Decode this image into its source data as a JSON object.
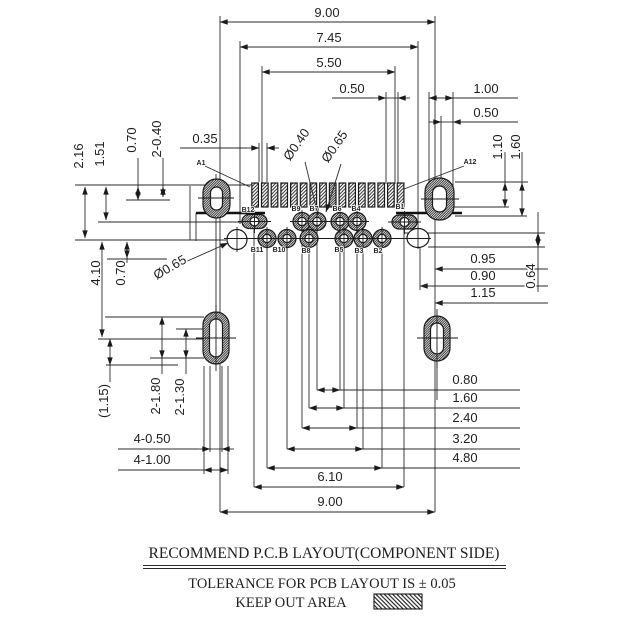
{
  "footer": {
    "title": "RECOMMEND P.C.B LAYOUT(COMPONENT SIDE)",
    "tolerance": "TOLERANCE FOR PCB LAYOUT IS ± 0.05",
    "keepout": "KEEP OUT AREA"
  },
  "dims": {
    "top_900": "9.00",
    "top_745": "7.45",
    "top_550": "5.50",
    "top_050_left": "0.50",
    "top_100": "1.00",
    "top_050_right": "0.50",
    "top_035": "0.35",
    "dia_040": "Ø0.40",
    "dia_065_top": "Ø0.65",
    "dia_065_left": "Ø0.65",
    "left_216": "2.16",
    "left_151": "1.51",
    "left_070_upper": "0.70",
    "left_2x040": "2-0.40",
    "left_410": "4.10",
    "left_070_lower": "0.70",
    "left_115_ref": "(1.15)",
    "left_2x180": "2-1.80",
    "left_2x130": "2-1.30",
    "left_4x050": "4-0.50",
    "left_4x100": "4-1.00",
    "right_110": "1.10",
    "right_160": "1.60",
    "right_095": "0.95",
    "right_090": "0.90",
    "right_115": "1.15",
    "right_064": "0.64",
    "bottom_080": "0.80",
    "bottom_160": "1.60",
    "bottom_240": "2.40",
    "bottom_320": "3.20",
    "bottom_480": "4.80",
    "bottom_610": "6.10",
    "bottom_900": "9.00"
  },
  "pins": {
    "a_first": "A1",
    "a_last": "A12",
    "b_upper": [
      "B12",
      "B9",
      "B7",
      "B6",
      "B4",
      "B1"
    ],
    "b_lower": [
      "B11",
      "B10",
      "B8",
      "B5",
      "B3",
      "B2"
    ]
  },
  "colors": {
    "ink": "#222222",
    "background": "#ffffff"
  }
}
